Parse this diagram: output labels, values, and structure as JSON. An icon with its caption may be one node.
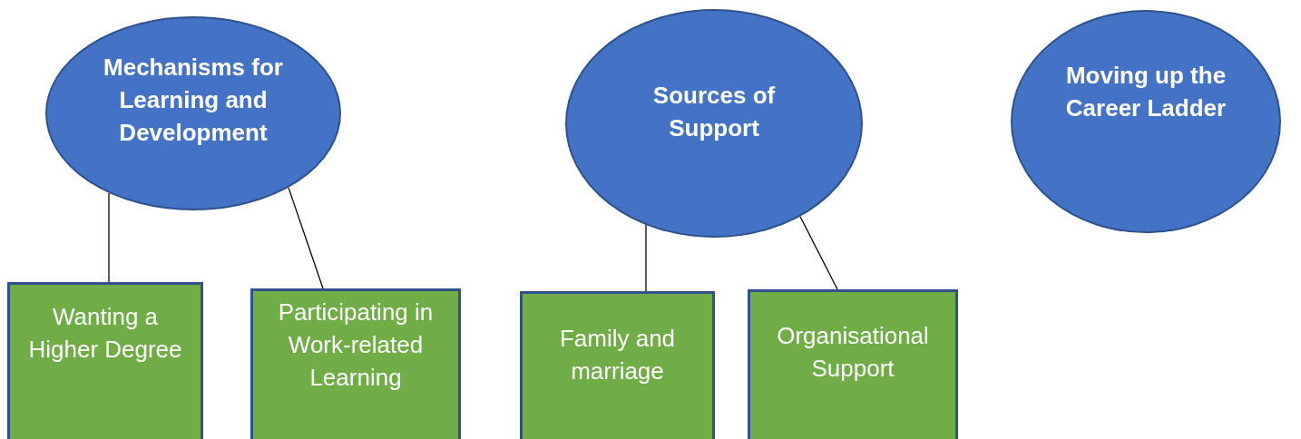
{
  "diagram": {
    "nodes": [
      {
        "text": [
          "Mechanisms for Learning and Development"
        ]
      },
      {
        "text": [
          "Sources of Support"
        ]
      },
      {
        "text": [
          "Moving up the Career Ladder"
        ]
      },
      {
        "text": [
          "Wanting a Higher Degree"
        ]
      },
      {
        "text": [
          "Participating in Work-related Learning"
        ]
      },
      {
        "text": [
          "Family and marriage"
        ]
      },
      {
        "text": [
          "Organisational Support"
        ]
      }
    ],
    "edges": [
      {
        "from": 0,
        "to": 3,
        "arrow": "none"
      },
      {
        "from": 0,
        "to": 4,
        "arrow": "none"
      },
      {
        "from": 1,
        "to": 5,
        "arrow": "none"
      },
      {
        "from": 1,
        "to": 6,
        "arrow": "none"
      }
    ]
  }
}
